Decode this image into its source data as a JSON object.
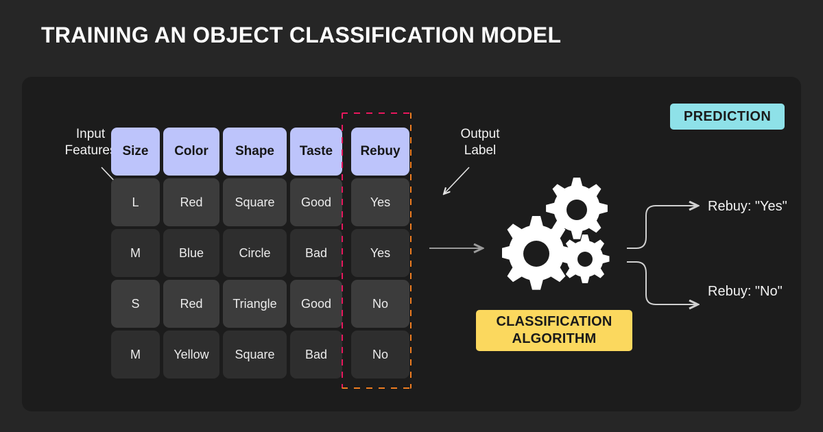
{
  "title": "TRAINING AN OBJECT CLASSIFICATION MODEL",
  "annotations": {
    "input_features": "Input\nFeatures",
    "output_label": "Output\nLabel"
  },
  "badge": {
    "prediction_label": "PREDICTION",
    "color": "#8EE1E8"
  },
  "table": {
    "columns": [
      "Size",
      "Color",
      "Shape",
      "Taste",
      "Rebuy"
    ],
    "rows": [
      [
        "L",
        "Red",
        "Square",
        "Good",
        "Yes"
      ],
      [
        "M",
        "Blue",
        "Circle",
        "Bad",
        "Yes"
      ],
      [
        "S",
        "Red",
        "Triangle",
        "Good",
        "No"
      ],
      [
        "M",
        "Yellow",
        "Square",
        "Bad",
        "No"
      ]
    ],
    "header_color": "#BDC4FB",
    "highlight_column": "Rebuy",
    "highlight_dash_start_color": "#e8175d",
    "highlight_dash_end_color": "#ef7d21"
  },
  "algorithm": {
    "line1": "CLASSIFICATION",
    "line2": "ALGORITHM",
    "color": "#FBD85E",
    "icon": "gears-icon"
  },
  "outputs": [
    {
      "label": "Rebuy: \"Yes\""
    },
    {
      "label": "Rebuy: \"No\""
    }
  ],
  "theme": {
    "page_background": "#262626",
    "panel_background": "#1c1c1c",
    "text_color": "#f2f2f2"
  }
}
